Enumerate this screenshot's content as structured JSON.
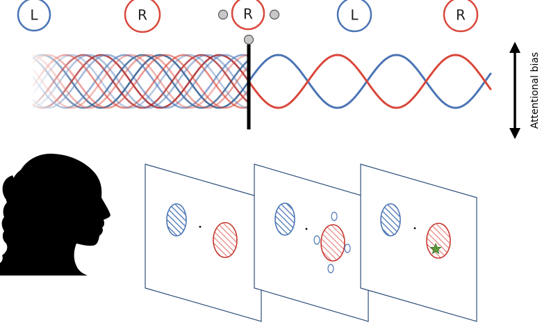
{
  "cue_sequence": [
    {
      "label": "L",
      "color": "#4a74b4"
    },
    {
      "label": "R",
      "color": "#d9473b"
    },
    {
      "label": "R",
      "color": "#d9473b"
    },
    {
      "label": "L",
      "color": "#4a74b4"
    },
    {
      "label": "R",
      "color": "#d9473b"
    }
  ],
  "axis_label": "Attentional bias",
  "colors": {
    "left": "#4a74b4",
    "right": "#d9473b",
    "left_dark": "#1f4f86",
    "right_dark": "#a3171b",
    "probe_dot": "#c8c8c8",
    "target_star": "#5a9a3a",
    "panel_border": "#2f4f7a"
  },
  "panels": [
    {
      "probes": false,
      "target": false
    },
    {
      "probes": true,
      "target": false
    },
    {
      "probes": false,
      "target": true
    }
  ]
}
